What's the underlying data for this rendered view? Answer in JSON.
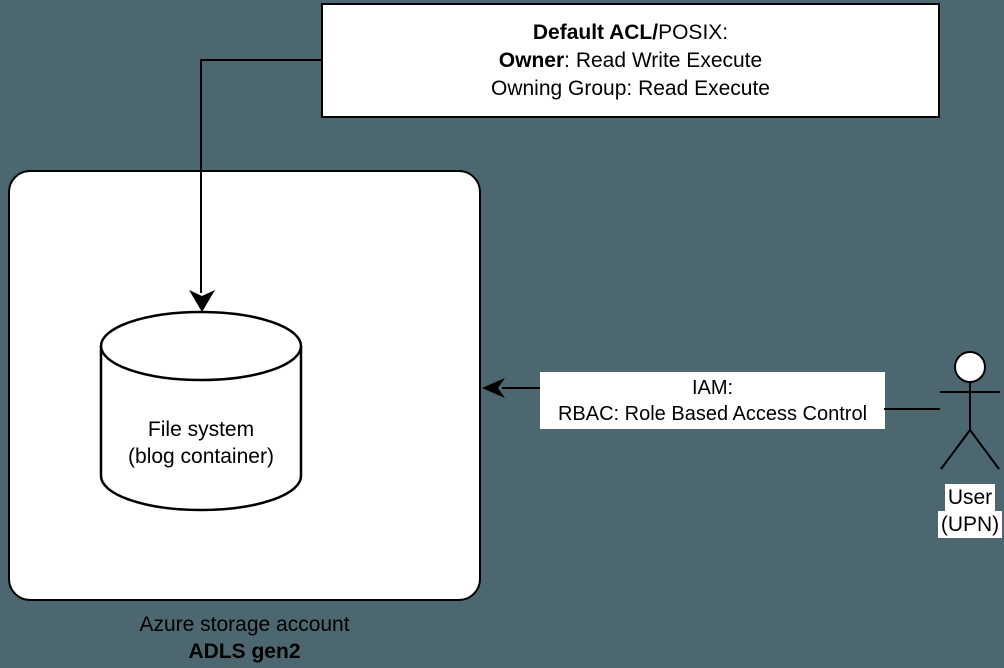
{
  "colors": {
    "background": "#4C6770",
    "shape_fill": "#FFFFFF",
    "stroke": "#000000"
  },
  "acl_note": {
    "line1_bold": "Default ACL/",
    "line1_regular": "POSIX:",
    "line2_bold": "Owner",
    "line2_regular": ": Read Write Execute",
    "line3": "Owning Group: Read Execute"
  },
  "storage_account": {
    "cylinder": {
      "line1": "File system",
      "line2": "(blog container)"
    },
    "caption_line1": "Azure storage account",
    "caption_line2": "ADLS gen2"
  },
  "iam_note": {
    "line1": "IAM:",
    "line2": "RBAC: Role Based Access Control"
  },
  "user": {
    "label_line1": "User",
    "label_line2": "(UPN)"
  }
}
